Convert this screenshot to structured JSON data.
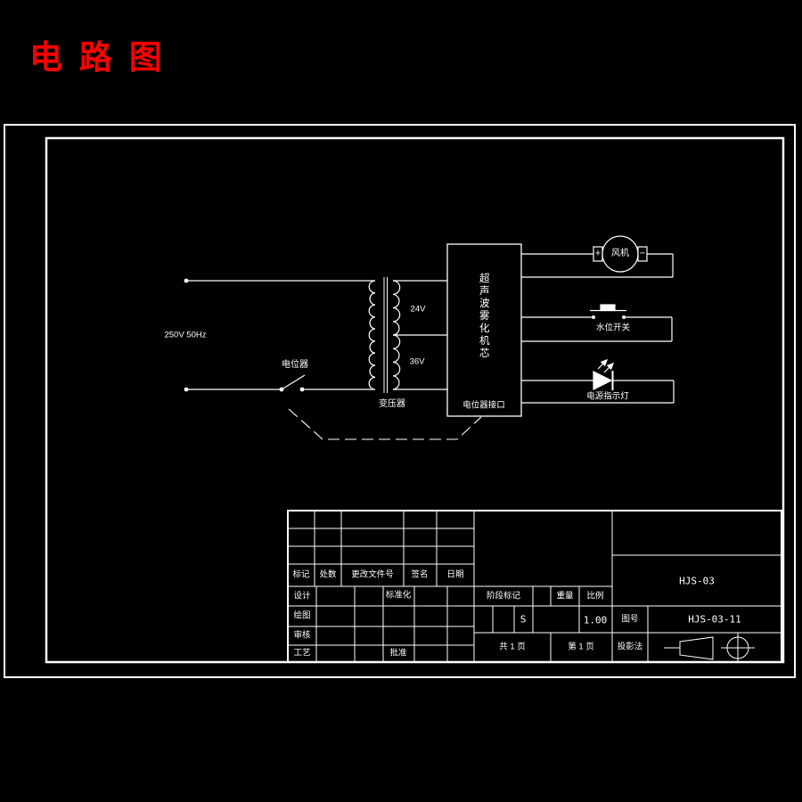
{
  "title": {
    "text": "电 路 图"
  },
  "colors": {
    "background": "#000000",
    "line": "#ffffff",
    "title_red": "#ff0000"
  },
  "circuit": {
    "source": "250V 50Hz",
    "potentiometer": "电位器",
    "transformer": "变压器",
    "tap_24v": "24V",
    "tap_36v": "36V",
    "atomizer_box": "超声波雾化机芯",
    "pot_port": "电位器接口",
    "fan": "风机",
    "plus": "+",
    "minus": "−",
    "water_switch": "水位开关",
    "power_led": "电源指示灯"
  },
  "title_block": {
    "header": [
      "标记",
      "处数",
      "更改文件号",
      "签名",
      "日期"
    ],
    "roles": [
      "设计",
      "绘图",
      "审核",
      "工艺"
    ],
    "standardization": "标准化",
    "approve": "批准",
    "stage_mark": "阶段标记",
    "weight": "重量",
    "scale": "比例",
    "stage_value": "S",
    "scale_value": "1.00",
    "drawing_no_label": "图号",
    "drawing_no": "HJS-03-11",
    "product_code": "HJS-03",
    "total_pages": "共 1 页",
    "current_page": "第 1 页",
    "projection": "投影法"
  }
}
